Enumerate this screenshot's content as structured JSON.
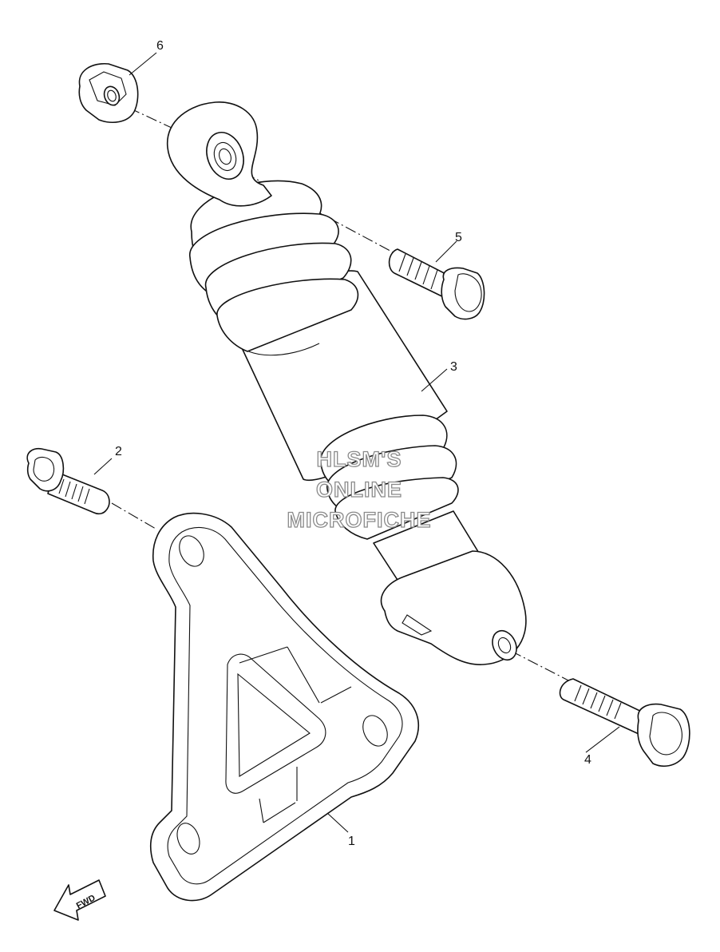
{
  "callouts": [
    {
      "id": "1",
      "text": "1"
    },
    {
      "id": "2",
      "text": "2"
    },
    {
      "id": "3",
      "text": "3"
    },
    {
      "id": "4",
      "text": "4"
    },
    {
      "id": "5",
      "text": "5"
    },
    {
      "id": "6",
      "text": "6"
    }
  ],
  "watermark": {
    "line1": "HLSM'S",
    "line2": "ONLINE",
    "line3": "MICROFICHE"
  },
  "direction_arrow": {
    "label": "FWD"
  }
}
